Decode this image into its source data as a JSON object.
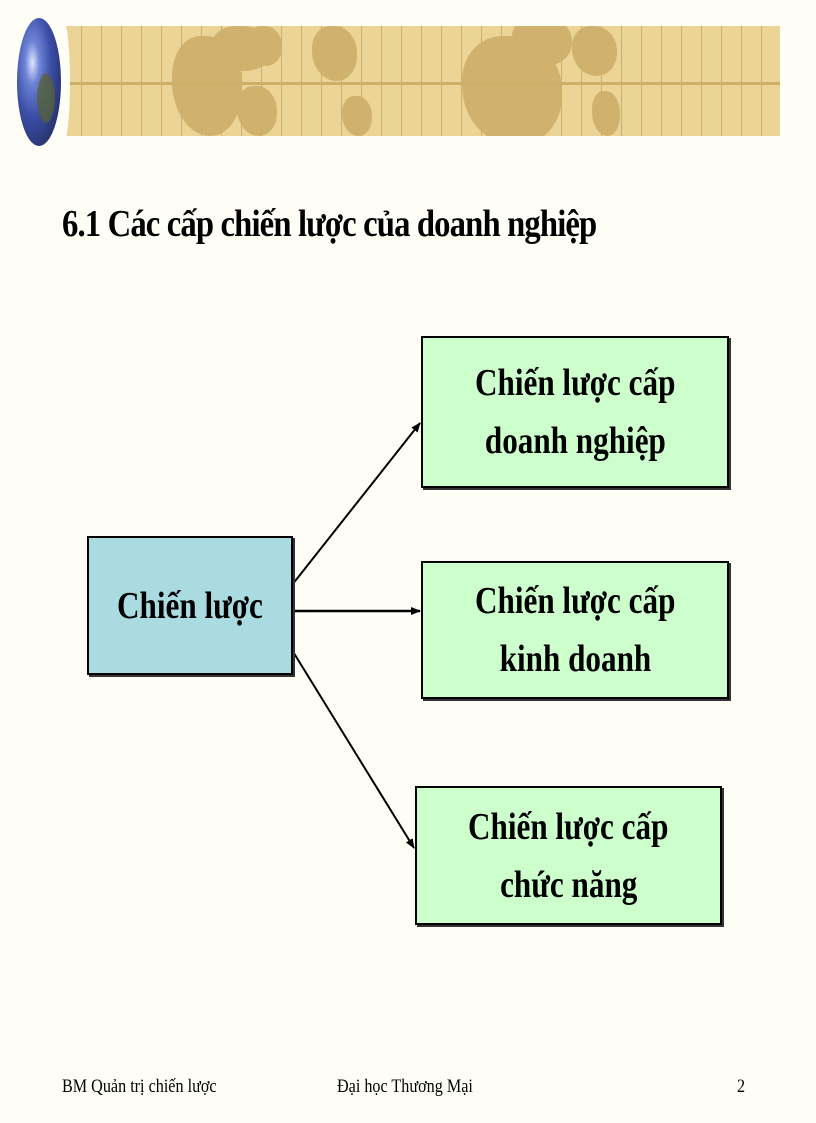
{
  "header": {
    "banner": "world-map-banner",
    "logo": "globe-icon"
  },
  "slide": {
    "title": "6.1 Các cấp chiến lược của doanh nghiệp"
  },
  "diagram": {
    "root": {
      "label": "Chiến lược"
    },
    "children": [
      {
        "line1": "Chiến lược cấp",
        "line2": "doanh nghiệp"
      },
      {
        "line1": "Chiến lược cấp",
        "line2": "kinh doanh"
      },
      {
        "line1": "Chiến lược cấp",
        "line2": "chức năng"
      }
    ],
    "colors": {
      "root_fill": "#a9dbe0",
      "child_fill": "#ccffcc",
      "border": "#000000"
    }
  },
  "footer": {
    "left": "BM Quản trị chiến lược",
    "center": "Đại học Thương Mại",
    "page_number": "2"
  }
}
